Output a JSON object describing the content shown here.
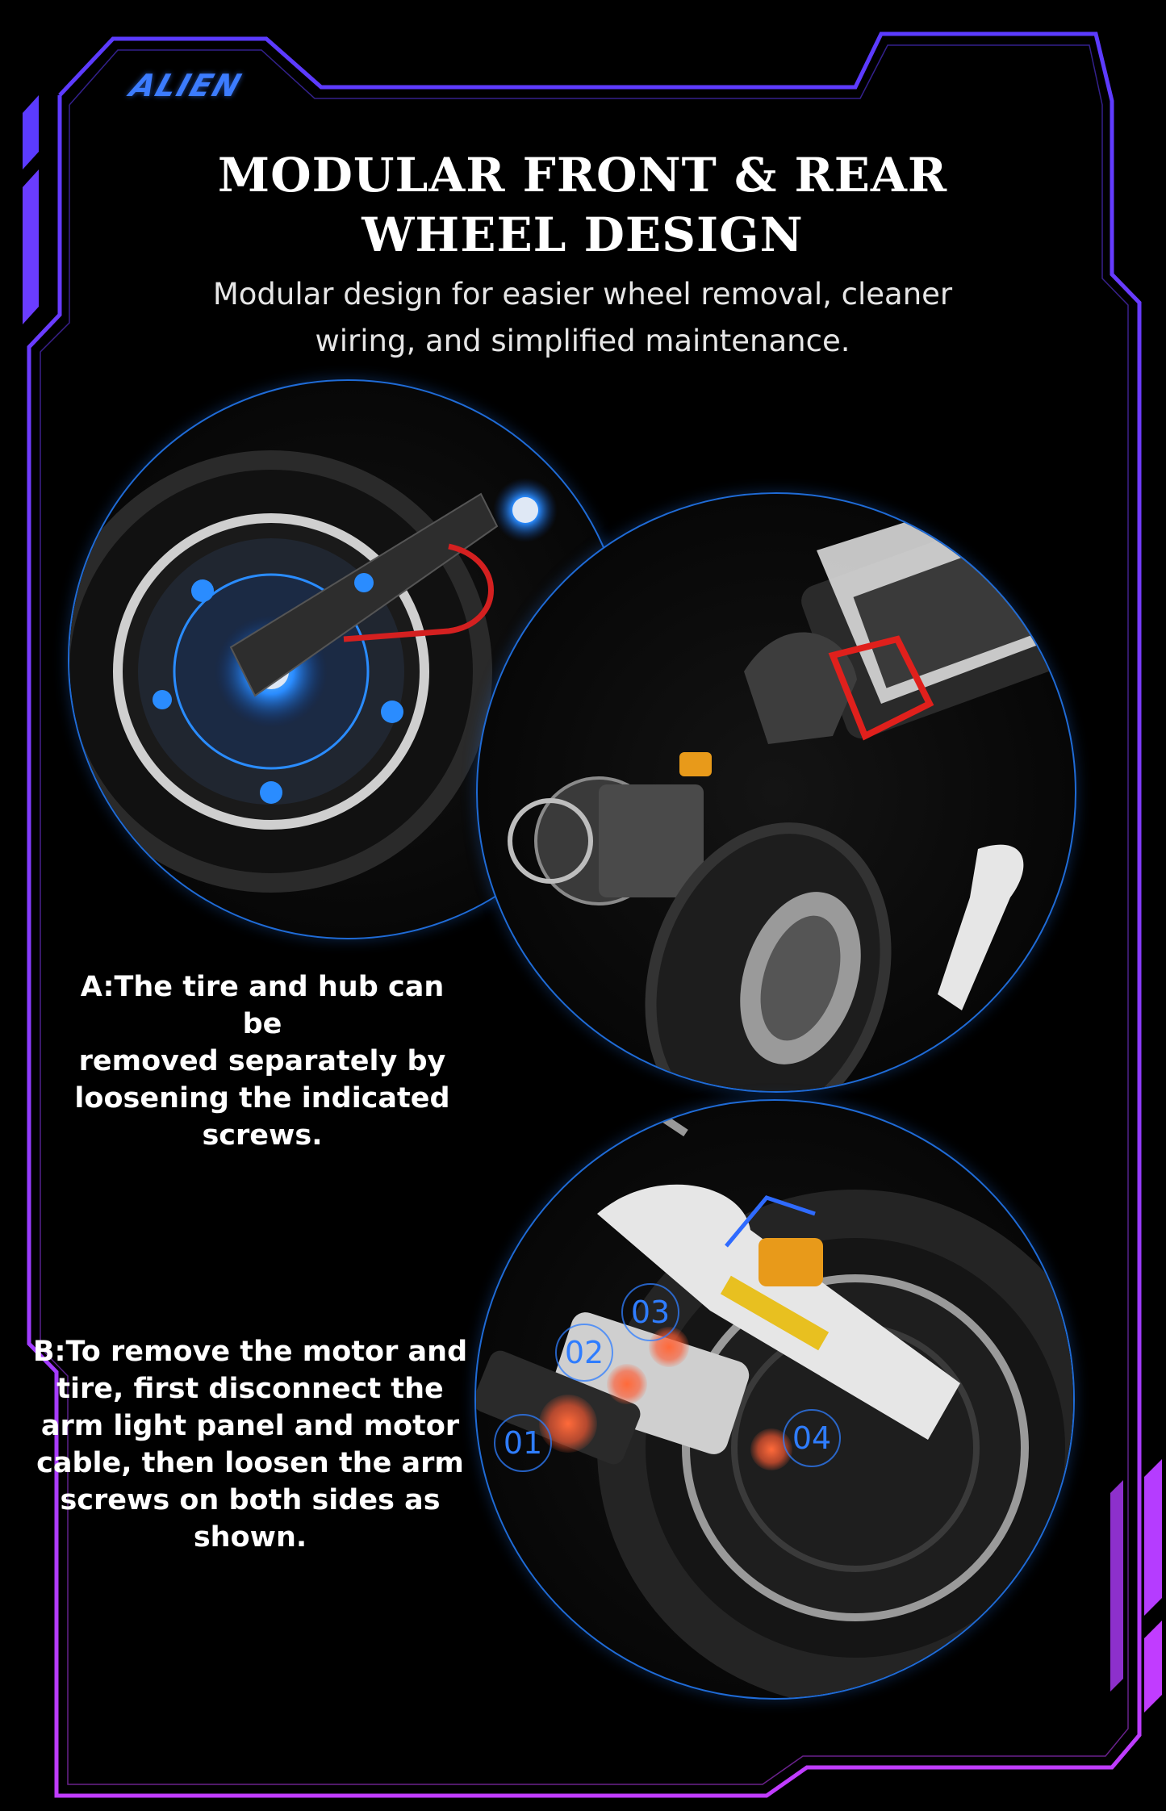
{
  "brand": {
    "logo_text": "ALIEN"
  },
  "header": {
    "title_line1": "MODULAR FRONT & REAR",
    "title_line2": "WHEEL DESIGN",
    "subtitle_line1": "Modular design for easier wheel removal, cleaner",
    "subtitle_line2": "wiring, and simplified maintenance."
  },
  "sections": {
    "a": {
      "lines": [
        "A:The tire and hub can be",
        "removed separately by",
        "loosening the indicated",
        "screws."
      ]
    },
    "b": {
      "lines": [
        "B:To remove the motor and",
        "tire, first disconnect the",
        "arm light panel and motor",
        "cable, then loosen the arm",
        "screws on both sides as",
        "shown."
      ],
      "callouts": [
        "01",
        "02",
        "03",
        "04"
      ]
    }
  },
  "colors": {
    "frame_top": "#5b3bff",
    "frame_bottom": "#c13cff",
    "circle_border": "#1f6bd6",
    "callout": "#2f7dff",
    "highlight_dot": "#ff6a3a",
    "hub_glow": "#2a8cff",
    "accent_red": "#e0201c",
    "caliper_gold": "#e89a1a"
  },
  "icons": {
    "frame": "sci-fi-frame-border",
    "wheel_a": "hub-motor-wheel-illustration",
    "wheel_b": "exploded-front-wheel-illustration",
    "wheel_c": "rear-wheel-arm-illustration"
  }
}
